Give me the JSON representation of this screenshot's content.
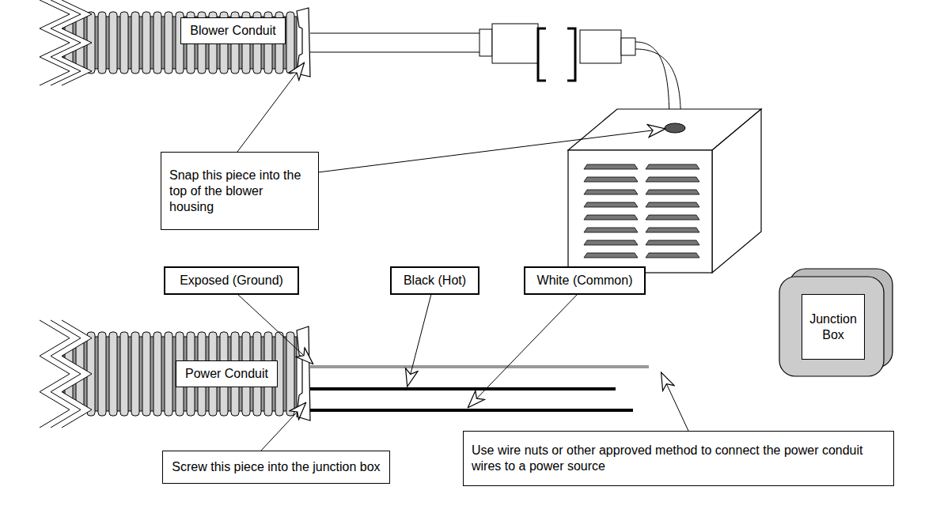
{
  "diagram": {
    "nodes": [
      {
        "text": [
          "Blower Conduit"
        ]
      },
      {
        "text": [
          "Snap this piece into the top of the blower housing"
        ]
      },
      {
        "text": [
          "Exposed (Ground)"
        ]
      },
      {
        "text": [
          "Black (Hot)"
        ]
      },
      {
        "text": [
          "White (Common)"
        ]
      },
      {
        "text": [
          "Power Conduit"
        ]
      },
      {
        "text": [
          "Junction Box"
        ]
      },
      {
        "text": [
          "Screw this piece into the junction box"
        ]
      },
      {
        "text": [
          "Use wire nuts or other approved method to connect the power conduit wires to a power source"
        ]
      }
    ]
  }
}
